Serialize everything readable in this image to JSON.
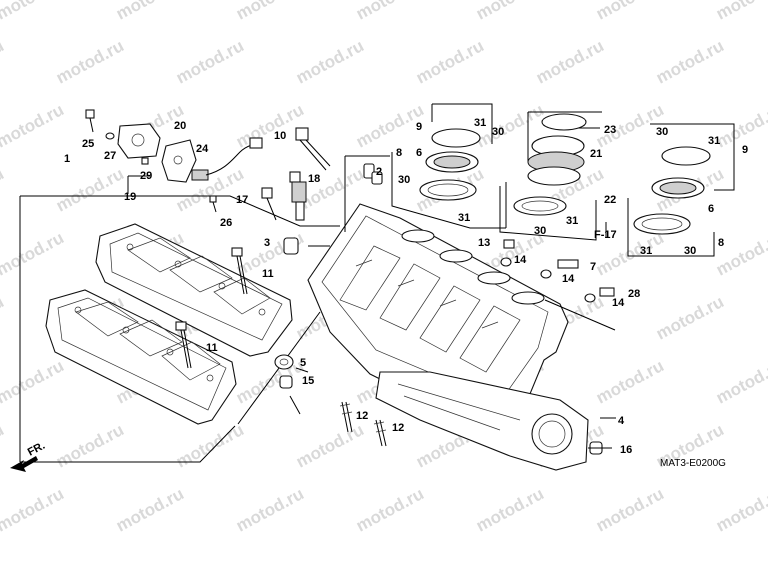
{
  "diagram": {
    "watermark_text": "motod.ru",
    "code": "MAT3-E0200G",
    "front_marker": "FR.",
    "callouts": [
      {
        "id": "c1",
        "text": "1"
      },
      {
        "id": "c2",
        "text": "2"
      },
      {
        "id": "c3",
        "text": "3"
      },
      {
        "id": "c4",
        "text": "4"
      },
      {
        "id": "c5",
        "text": "5"
      },
      {
        "id": "c6a",
        "text": "6"
      },
      {
        "id": "c6b",
        "text": "6"
      },
      {
        "id": "c7",
        "text": "7"
      },
      {
        "id": "c8a",
        "text": "8"
      },
      {
        "id": "c8b",
        "text": "8"
      },
      {
        "id": "c9a",
        "text": "9"
      },
      {
        "id": "c9b",
        "text": "9"
      },
      {
        "id": "c10",
        "text": "10"
      },
      {
        "id": "c11a",
        "text": "11"
      },
      {
        "id": "c11b",
        "text": "11"
      },
      {
        "id": "c12a",
        "text": "12"
      },
      {
        "id": "c12b",
        "text": "12"
      },
      {
        "id": "c13",
        "text": "13"
      },
      {
        "id": "c14a",
        "text": "14"
      },
      {
        "id": "c14b",
        "text": "14"
      },
      {
        "id": "c14c",
        "text": "14"
      },
      {
        "id": "c15",
        "text": "15"
      },
      {
        "id": "c16",
        "text": "16"
      },
      {
        "id": "c17",
        "text": "17"
      },
      {
        "id": "c18",
        "text": "18"
      },
      {
        "id": "c19",
        "text": "19"
      },
      {
        "id": "c20",
        "text": "20"
      },
      {
        "id": "c21",
        "text": "21"
      },
      {
        "id": "c22",
        "text": "22"
      },
      {
        "id": "c23",
        "text": "23"
      },
      {
        "id": "c24",
        "text": "24"
      },
      {
        "id": "c25",
        "text": "25"
      },
      {
        "id": "c26",
        "text": "26"
      },
      {
        "id": "c27",
        "text": "27"
      },
      {
        "id": "c28",
        "text": "28"
      },
      {
        "id": "c29",
        "text": "29"
      },
      {
        "id": "c30a",
        "text": "30"
      },
      {
        "id": "c30b",
        "text": "30"
      },
      {
        "id": "c30c",
        "text": "30"
      },
      {
        "id": "c30d",
        "text": "30"
      },
      {
        "id": "c30e",
        "text": "30"
      },
      {
        "id": "c31a",
        "text": "31"
      },
      {
        "id": "c31b",
        "text": "31"
      },
      {
        "id": "c31c",
        "text": "31"
      },
      {
        "id": "c31d",
        "text": "31"
      },
      {
        "id": "c31e",
        "text": "31"
      },
      {
        "id": "cF17",
        "text": "F-17"
      }
    ]
  }
}
